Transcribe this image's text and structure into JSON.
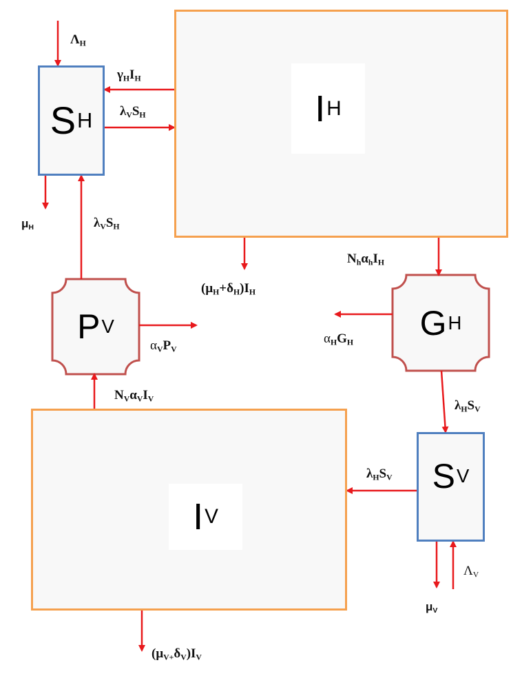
{
  "compartments": {
    "s_h": {
      "symbol": "S",
      "sub": "H"
    },
    "i_h": {
      "symbol": "I",
      "sub": "H"
    },
    "p_v": {
      "symbol": "P",
      "sub": "V"
    },
    "g_h": {
      "symbol": "G",
      "sub": "H"
    },
    "s_v": {
      "symbol": "S",
      "sub": "V"
    },
    "i_v": {
      "symbol": "I",
      "sub": "V"
    }
  },
  "rates": {
    "lambda_h_recruit": {
      "main": "Λ",
      "sub": "H"
    },
    "gamma_h_ih": {
      "parts": [
        [
          "γ",
          "H"
        ],
        [
          "I",
          "H"
        ]
      ]
    },
    "lambda_v_sh_1": {
      "parts": [
        [
          "λ",
          "V"
        ],
        [
          "S",
          "H"
        ]
      ]
    },
    "mu_h": {
      "main": "μ",
      "sub": "H"
    },
    "lambda_v_sh_2": {
      "parts": [
        [
          "λ",
          "V"
        ],
        [
          "S",
          "H"
        ]
      ]
    },
    "nh_alpha_ih": {
      "parts": [
        [
          "N",
          "h"
        ],
        [
          "α",
          "h"
        ],
        [
          "I",
          "H"
        ]
      ]
    },
    "death_ih": {
      "pre": "(",
      "parts": [
        [
          "μ",
          "H"
        ],
        [
          "+δ",
          "H"
        ]
      ],
      "post": ")",
      "tail": [
        "I",
        "H"
      ]
    },
    "alpha_v_pv": {
      "parts": [
        [
          "α",
          "V"
        ],
        [
          "P",
          "V"
        ]
      ]
    },
    "alpha_h_gh": {
      "parts": [
        [
          "α",
          "H"
        ],
        [
          "G",
          "H"
        ]
      ]
    },
    "nv_alpha_iv": {
      "parts": [
        [
          "N",
          "V"
        ],
        [
          "α",
          "V"
        ],
        [
          "I",
          "V"
        ]
      ]
    },
    "lambda_h_sv_1": {
      "parts": [
        [
          "λ",
          "H"
        ],
        [
          "S",
          "V"
        ]
      ]
    },
    "lambda_h_sv_2": {
      "parts": [
        [
          "λ",
          "H"
        ],
        [
          "S",
          "V"
        ]
      ]
    },
    "lambda_v_recruit": {
      "main": "Λ",
      "sub": "V"
    },
    "mu_v": {
      "main": "μ",
      "sub": "V"
    },
    "death_iv": {
      "pre": "(",
      "parts": [
        [
          "μ",
          "V+"
        ],
        [
          "δ",
          "V"
        ]
      ],
      "post": ")",
      "tail": [
        "I",
        "V"
      ]
    }
  },
  "colors": {
    "susceptible_border": "#4f7fbf",
    "infected_border": "#f5a04e",
    "pathogen_border": "#c0504d",
    "arrow": "#e8191c",
    "box_fill": "#f8f8f8"
  }
}
